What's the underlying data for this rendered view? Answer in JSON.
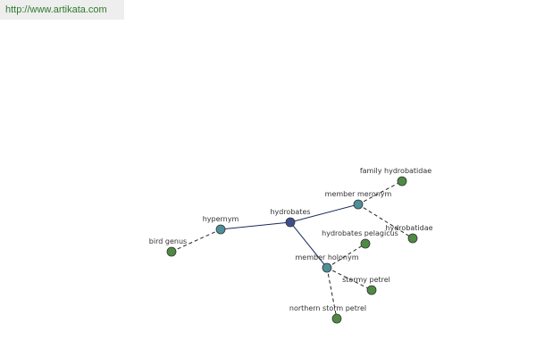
{
  "header": {
    "source_url": "http://www.artikata.com"
  },
  "graph": {
    "colors": {
      "center": "#3f4f8c",
      "relation": "#4f8f9a",
      "term": "#4f8a45"
    },
    "nodes": [
      {
        "id": "hydrobates",
        "label": "hydrobates",
        "kind": "center"
      },
      {
        "id": "hypernym",
        "label": "hypernym",
        "kind": "relation"
      },
      {
        "id": "member-meronym",
        "label": "member meronym",
        "kind": "relation"
      },
      {
        "id": "member-holonym",
        "label": "member holonym",
        "kind": "relation"
      },
      {
        "id": "bird-genus",
        "label": "bird genus",
        "kind": "term"
      },
      {
        "id": "family-hydrobatidae",
        "label": "family hydrobatidae",
        "kind": "term"
      },
      {
        "id": "hydrobatidae",
        "label": "hydrobatidae",
        "kind": "term"
      },
      {
        "id": "hydrobates-pelagicus",
        "label": "hydrobates pelagicus",
        "kind": "term"
      },
      {
        "id": "stormy-petrel",
        "label": "stormy petrel",
        "kind": "term"
      },
      {
        "id": "northern-storm-petrel",
        "label": "northern storm petrel",
        "kind": "term"
      }
    ],
    "edges": [
      {
        "from": "hydrobates",
        "to": "hypernym",
        "style": "solid"
      },
      {
        "from": "hydrobates",
        "to": "member-meronym",
        "style": "solid"
      },
      {
        "from": "hydrobates",
        "to": "member-holonym",
        "style": "solid"
      },
      {
        "from": "hypernym",
        "to": "bird-genus",
        "style": "dashed"
      },
      {
        "from": "member-meronym",
        "to": "family-hydrobatidae",
        "style": "dashed"
      },
      {
        "from": "member-meronym",
        "to": "hydrobatidae",
        "style": "dashed"
      },
      {
        "from": "member-holonym",
        "to": "hydrobates-pelagicus",
        "style": "dashed"
      },
      {
        "from": "member-holonym",
        "to": "stormy-petrel",
        "style": "dashed"
      },
      {
        "from": "member-holonym",
        "to": "northern-storm-petrel",
        "style": "dashed"
      }
    ]
  }
}
